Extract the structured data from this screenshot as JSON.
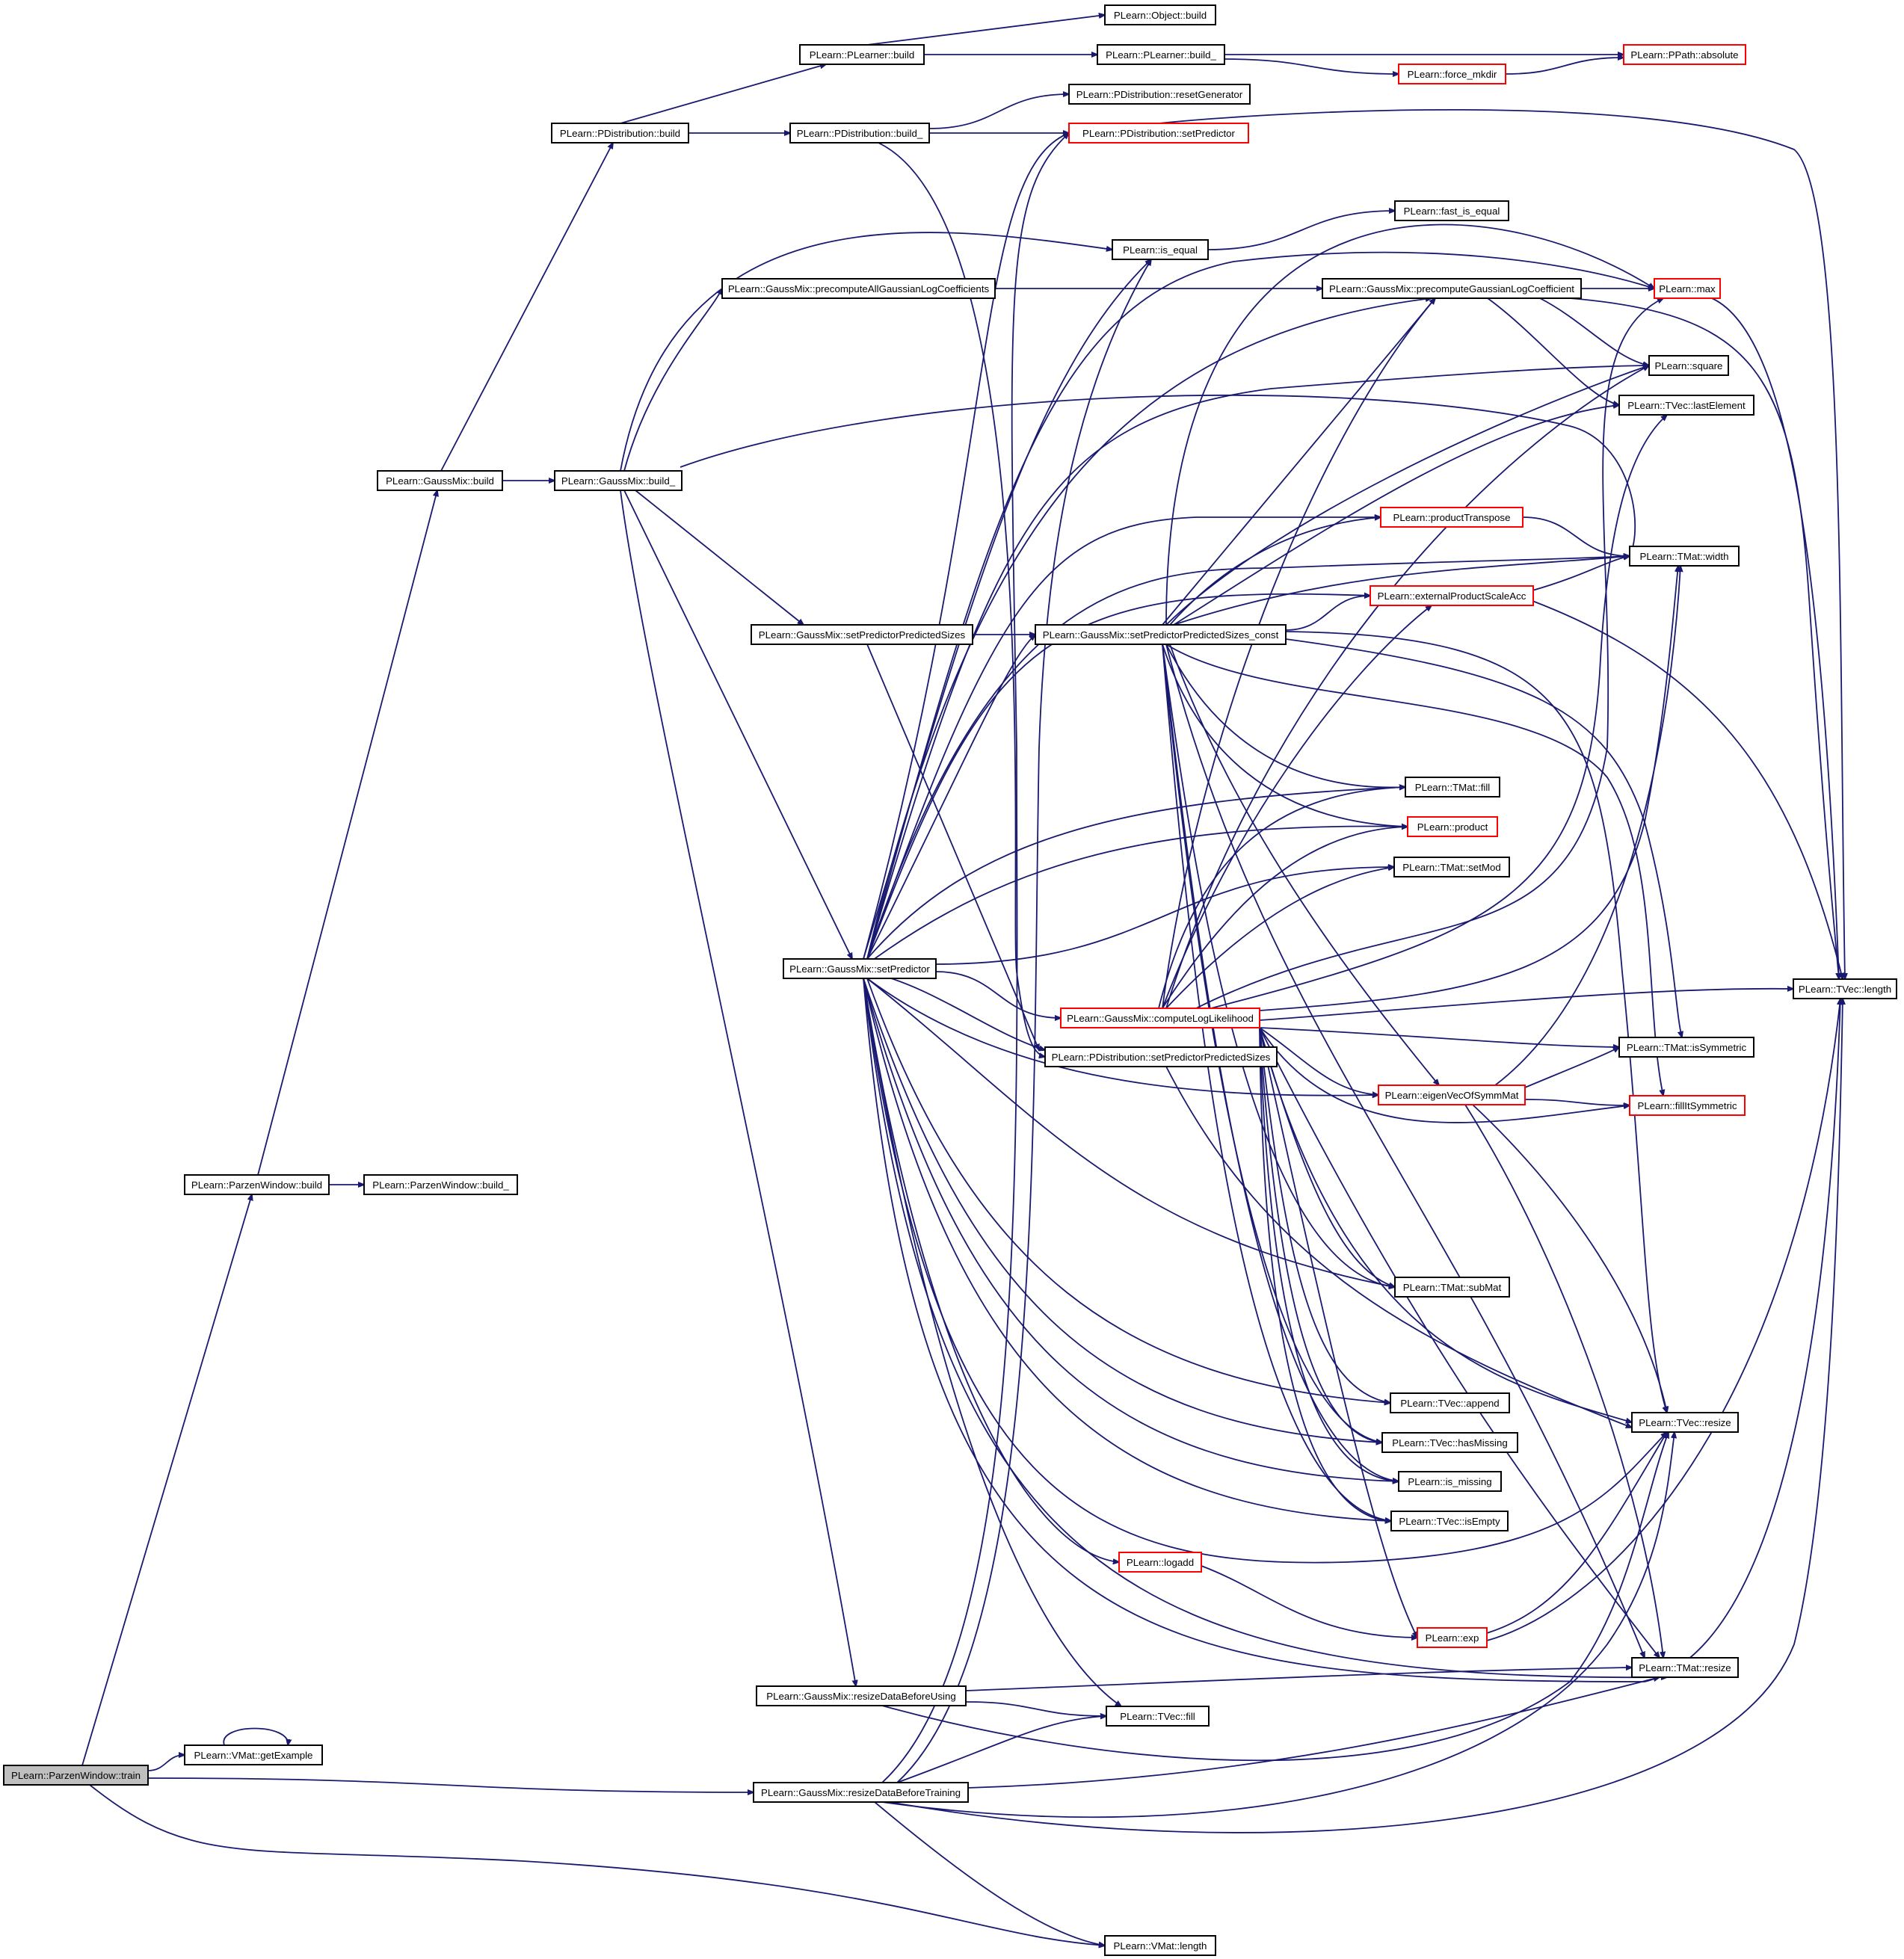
{
  "nodes": {
    "train": "PLearn::ParzenWindow::train",
    "pw_build": "PLearn::ParzenWindow::build",
    "pw_build_": "PLearn::ParzenWindow::build_",
    "vmat_getExample": "PLearn::VMat::getExample",
    "gm_resizeTraining": "PLearn::GaussMix::resizeDataBeforeTraining",
    "vmat_length": "PLearn::VMat::length",
    "gm_build": "PLearn::GaussMix::build",
    "gm_build_": "PLearn::GaussMix::build_",
    "pd_build": "PLearn::PDistribution::build",
    "pl_build": "PLearn::PLearner::build",
    "obj_build": "PLearn::Object::build",
    "pl_build_": "PLearn::PLearner::build_",
    "force_mkdir": "PLearn::force_mkdir",
    "ppath_absolute": "PLearn::PPath::absolute",
    "pd_build_": "PLearn::PDistribution::build_",
    "pd_resetGenerator": "PLearn::PDistribution::resetGenerator",
    "pd_setPredictor": "PLearn::PDistribution::setPredictor",
    "is_equal": "PLearn::is_equal",
    "fast_is_equal": "PLearn::fast_is_equal",
    "gm_precomputeAll": "PLearn::GaussMix::precomputeAllGaussianLogCoefficients",
    "gm_precompute": "PLearn::GaussMix::precomputeGaussianLogCoefficient",
    "max": "PLearn::max",
    "square": "PLearn::square",
    "tvec_lastElement": "PLearn::TVec::lastElement",
    "productTranspose": "PLearn::productTranspose",
    "tmat_width": "PLearn::TMat::width",
    "externalProductScaleAcc": "PLearn::externalProductScaleAcc",
    "gm_setPPS": "PLearn::GaussMix::setPredictorPredictedSizes",
    "gm_setPPS_const": "PLearn::GaussMix::setPredictorPredictedSizes_const",
    "tmat_fill": "PLearn::TMat::fill",
    "product": "PLearn::product",
    "tmat_setMod": "PLearn::TMat::setMod",
    "gm_setPredictor": "PLearn::GaussMix::setPredictor",
    "gm_computeLL": "PLearn::GaussMix::computeLogLikelihood",
    "pd_setPPS": "PLearn::PDistribution::setPredictorPredictedSizes",
    "tmat_isSymmetric": "PLearn::TMat::isSymmetric",
    "tvec_length": "PLearn::TVec::length",
    "eigenVec": "PLearn::eigenVecOfSymmMat",
    "fillItSymmetric": "PLearn::fillItSymmetric",
    "tmat_subMat": "PLearn::TMat::subMat",
    "tvec_append": "PLearn::TVec::append",
    "tvec_resize": "PLearn::TVec::resize",
    "tvec_hasMissing": "PLearn::TVec::hasMissing",
    "is_missing": "PLearn::is_missing",
    "tvec_isEmpty": "PLearn::TVec::isEmpty",
    "logadd": "PLearn::logadd",
    "exp": "PLearn::exp",
    "tmat_resize": "PLearn::TMat::resize",
    "gm_resizeUsing": "PLearn::GaussMix::resizeDataBeforeUsing",
    "tvec_fill": "PLearn::TVec::fill"
  },
  "styles": {
    "edge_color": "#191970",
    "truncated_border": "#ff0000",
    "root_fill": "#bfbfbf"
  }
}
